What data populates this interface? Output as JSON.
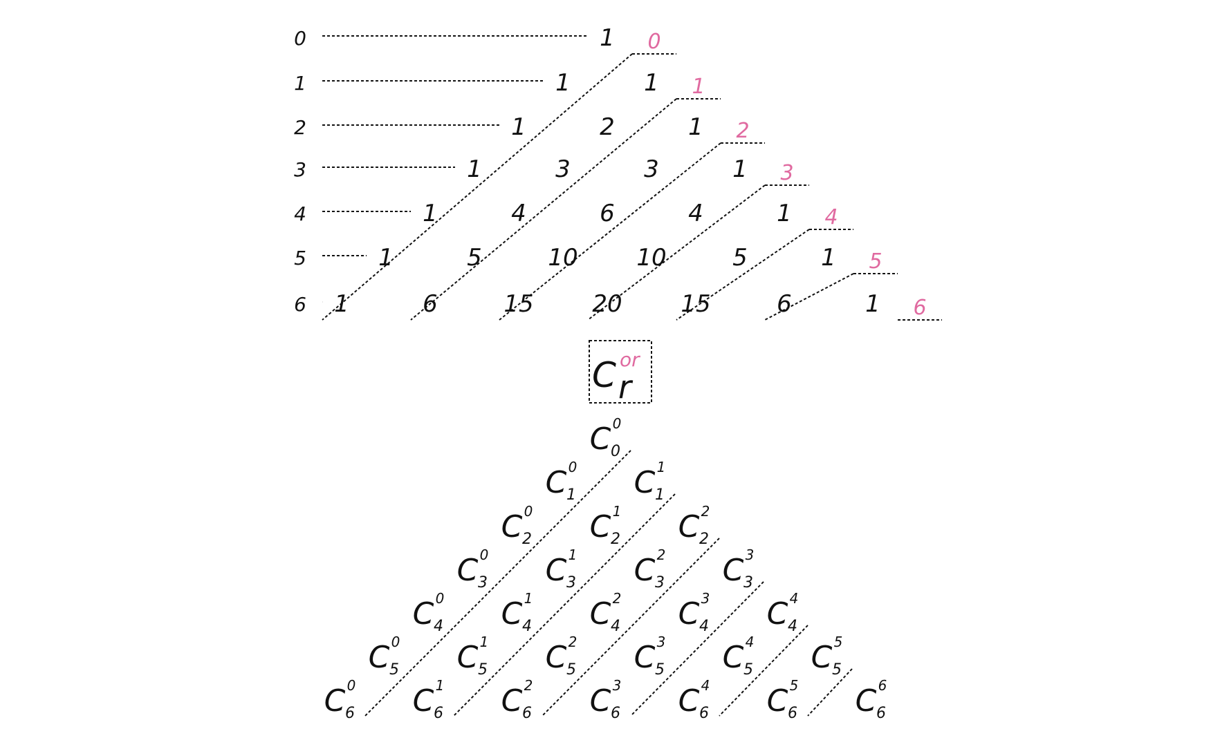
{
  "colors": {
    "ink": "#111111",
    "accent": "#e06aa0",
    "background": "#ffffff"
  },
  "pascal": {
    "row_labels": [
      "0",
      "1",
      "2",
      "3",
      "4",
      "5",
      "6"
    ],
    "rows": [
      [
        "1"
      ],
      [
        "1",
        "1"
      ],
      [
        "1",
        "2",
        "1"
      ],
      [
        "1",
        "3",
        "3",
        "1"
      ],
      [
        "1",
        "4",
        "6",
        "4",
        "1"
      ],
      [
        "1",
        "5",
        "10",
        "10",
        "5",
        "1"
      ],
      [
        "1",
        "6",
        "15",
        "20",
        "15",
        "6",
        "1"
      ]
    ],
    "diagonal_labels": [
      "0",
      "1",
      "2",
      "3",
      "4",
      "5",
      "6"
    ]
  },
  "notation": {
    "base": "C",
    "superscript": "or",
    "subscript": "r"
  },
  "combinations": {
    "symbol": "C",
    "rows": [
      [
        {
          "sub": "0",
          "sup": "0"
        }
      ],
      [
        {
          "sub": "1",
          "sup": "0"
        },
        {
          "sub": "1",
          "sup": "1"
        }
      ],
      [
        {
          "sub": "2",
          "sup": "0"
        },
        {
          "sub": "2",
          "sup": "1"
        },
        {
          "sub": "2",
          "sup": "2"
        }
      ],
      [
        {
          "sub": "3",
          "sup": "0"
        },
        {
          "sub": "3",
          "sup": "1"
        },
        {
          "sub": "3",
          "sup": "2"
        },
        {
          "sub": "3",
          "sup": "3"
        }
      ],
      [
        {
          "sub": "4",
          "sup": "0"
        },
        {
          "sub": "4",
          "sup": "1"
        },
        {
          "sub": "4",
          "sup": "2"
        },
        {
          "sub": "4",
          "sup": "3"
        },
        {
          "sub": "4",
          "sup": "4"
        }
      ],
      [
        {
          "sub": "5",
          "sup": "0"
        },
        {
          "sub": "5",
          "sup": "1"
        },
        {
          "sub": "5",
          "sup": "2"
        },
        {
          "sub": "5",
          "sup": "3"
        },
        {
          "sub": "5",
          "sup": "4"
        },
        {
          "sub": "5",
          "sup": "5"
        }
      ],
      [
        {
          "sub": "6",
          "sup": "0"
        },
        {
          "sub": "6",
          "sup": "1"
        },
        {
          "sub": "6",
          "sup": "2"
        },
        {
          "sub": "6",
          "sup": "3"
        },
        {
          "sub": "6",
          "sup": "4"
        },
        {
          "sub": "6",
          "sup": "5"
        },
        {
          "sub": "6",
          "sup": "6"
        }
      ]
    ]
  }
}
